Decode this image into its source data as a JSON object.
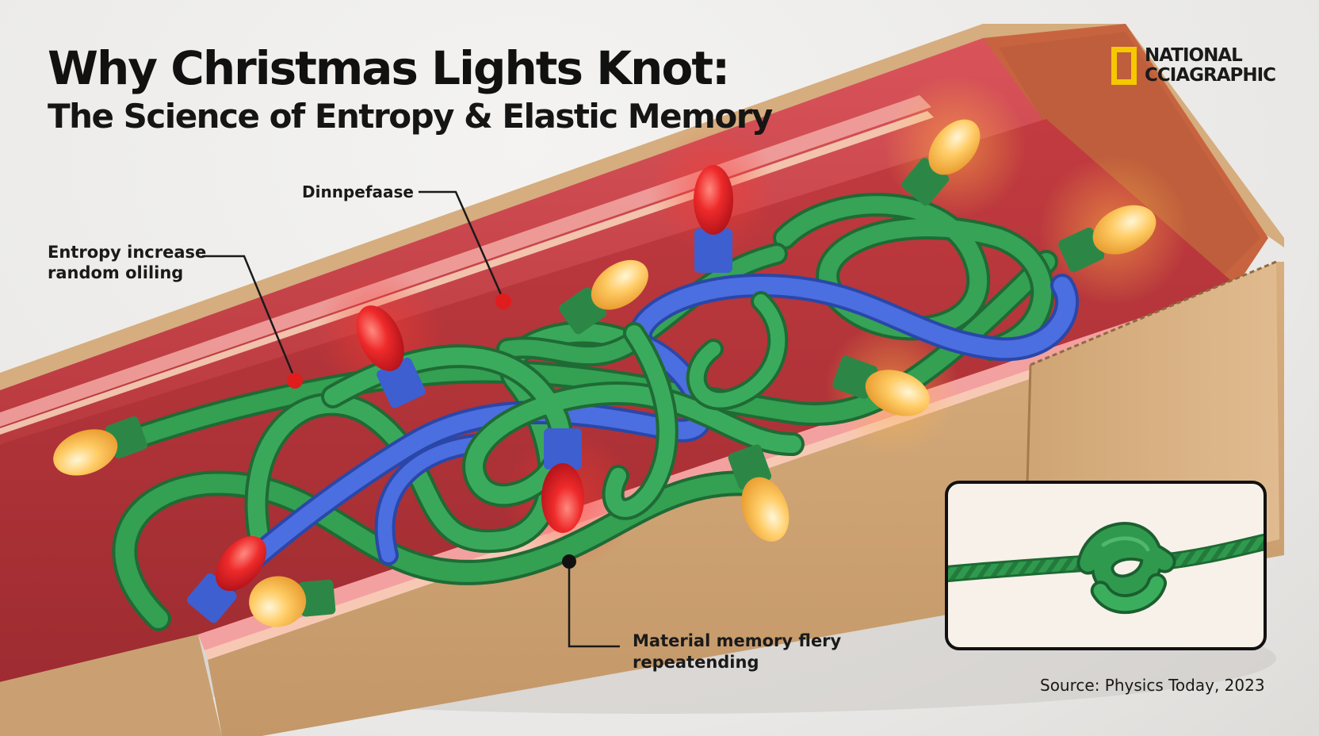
{
  "title": "Why Christmas Lights Knot:",
  "subtitle": "The Science of Entropy & Elastic Memory",
  "logo": {
    "line1": "NATIONAL",
    "line2": "CCIAGRAPHIC",
    "frame_color": "#f5c800"
  },
  "callouts": {
    "top": "Dinnpefaase",
    "left": {
      "line1": "Entropy increase",
      "line2": "random oliling"
    },
    "bottom": {
      "line1": "Material memory flery",
      "line2": "repeatending"
    }
  },
  "source": "Source: Physics Today, 2023",
  "colors": {
    "box_cardboard": "#d2a878",
    "box_interior": "#c8474b",
    "cord_green": "#2e8a48",
    "cord_blue": "#3d5fd0",
    "bulb_red": "#e8282a",
    "bulb_yellow": "#ffc555",
    "marker_red": "#e01d1d",
    "text_dark": "#111111"
  },
  "icons": {
    "logo": "yellow-rectangle-frame",
    "inset": "knotted-cord"
  }
}
